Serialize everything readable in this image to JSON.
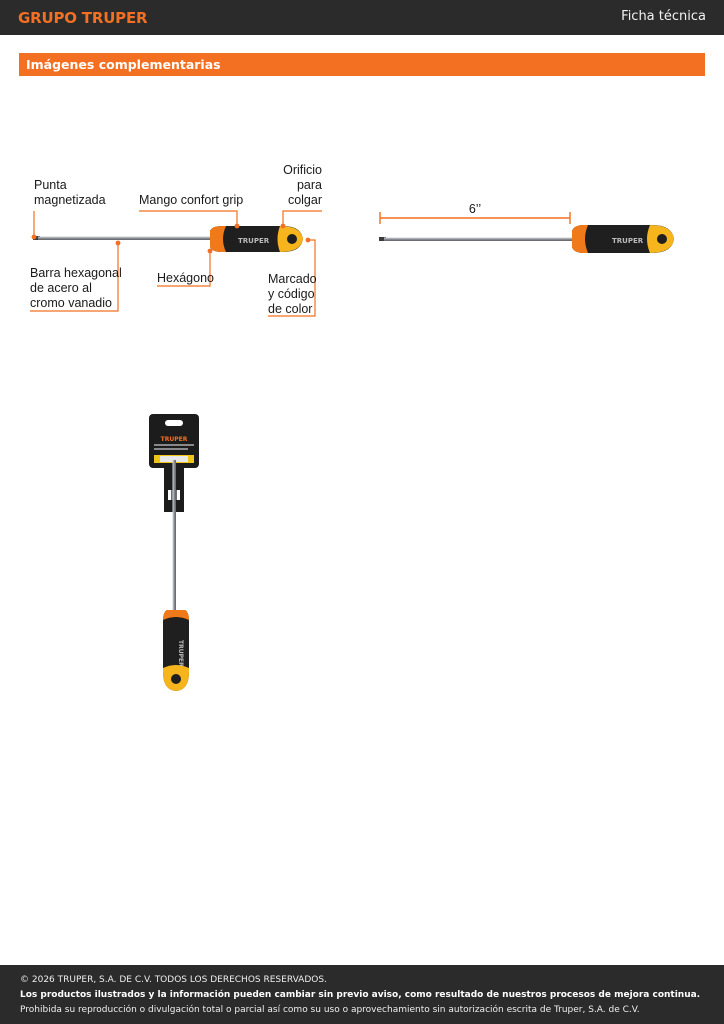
{
  "header": {
    "brand": "GRUPO TRUPER",
    "doc_type": "Ficha técnica"
  },
  "section": {
    "title": "Imágenes complementarias"
  },
  "diagram": {
    "handle_brand": "TRUPER",
    "labels": {
      "punta_1": "Punta",
      "punta_2": "magnetizada",
      "mango": "Mango confort grip",
      "orificio_1": "Orificio",
      "orificio_2": "para",
      "orificio_3": "colgar",
      "barra_1": "Barra hexagonal",
      "barra_2": "de acero al",
      "barra_3": "cromo vanadio",
      "hexagono": "Hexágono",
      "marcado_1": "Marcado",
      "marcado_2": "y código",
      "marcado_3": "de color"
    },
    "dimension": "6’’",
    "colors": {
      "accent": "#f36f21",
      "handle_dark": "#1f1f1f",
      "handle_orange": "#f07a1a",
      "handle_yellow": "#f7b51d",
      "shaft": "#8a8f94"
    }
  },
  "footer": {
    "copyright": "© 2026 TRUPER, S.A. DE C.V. TODOS LOS DERECHOS RESERVADOS.",
    "notice": "Los productos ilustrados y la información pueden cambiar sin previo aviso, como resultado de nuestros procesos de mejora continua.",
    "prohibition": "Prohibida su reproducción o divulgación total o parcial así como su uso o aprovechamiento sin autorización escrita de Truper, S.A. de C.V."
  }
}
